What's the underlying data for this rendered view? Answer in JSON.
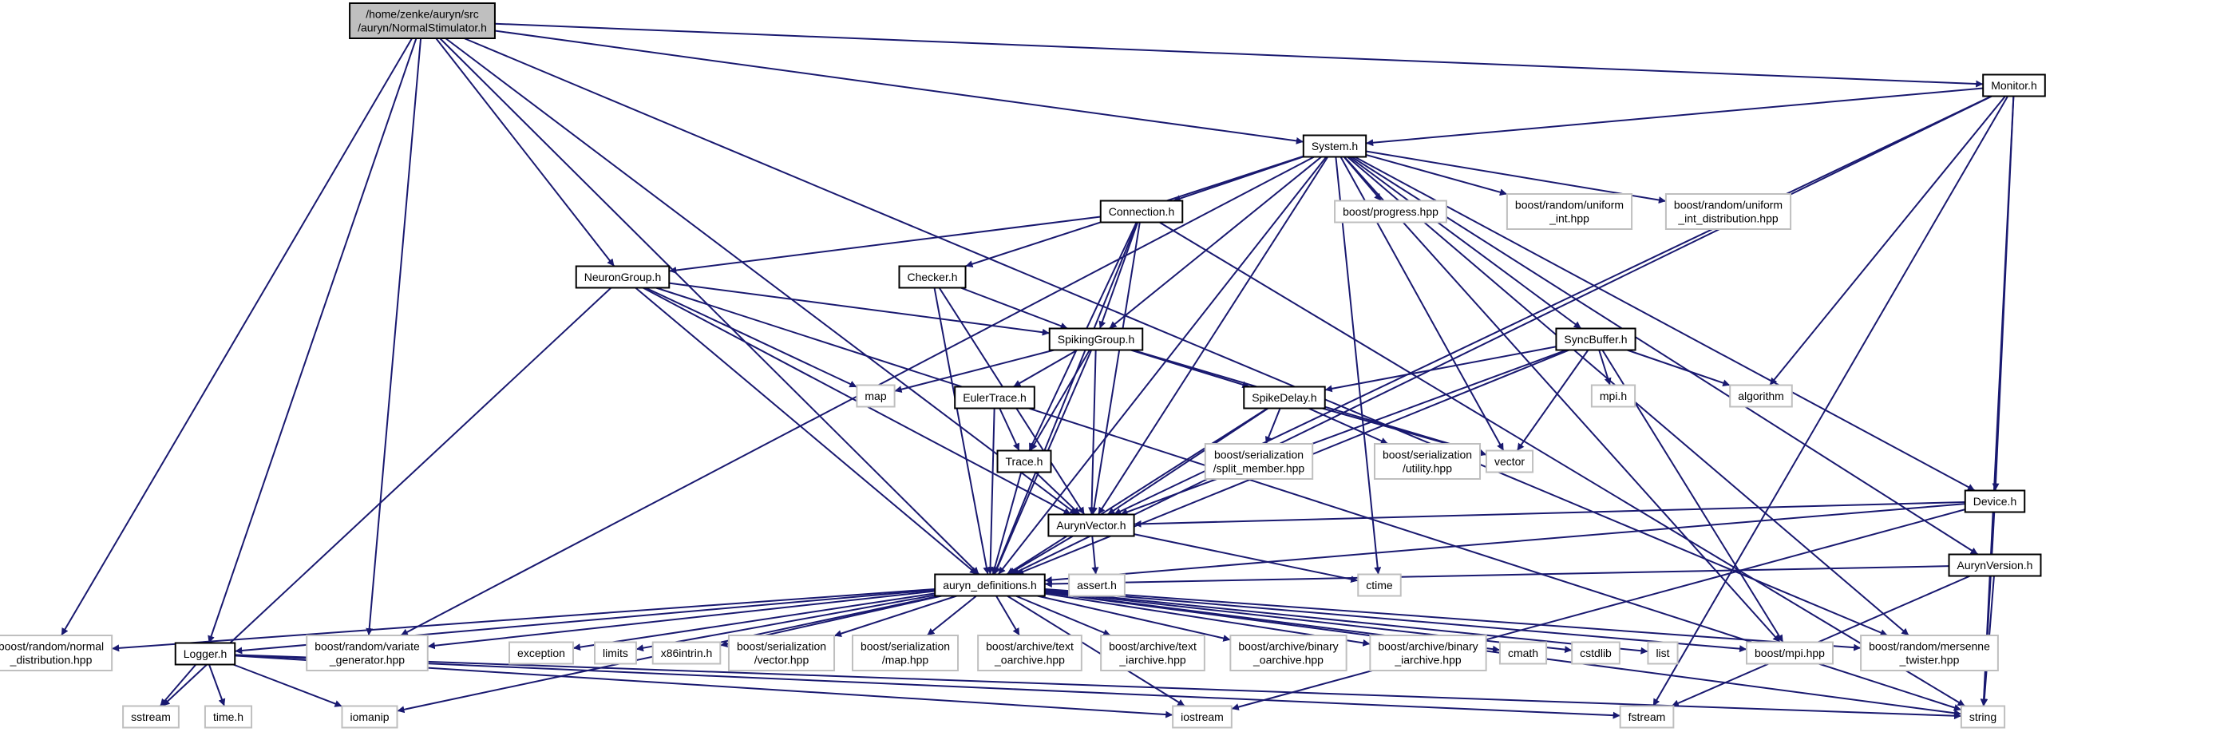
{
  "diagram": {
    "type": "include-dependency-graph",
    "edge_color": "#191970",
    "node_border_local": "#000000",
    "node_border_system": "#bfbfbf",
    "node_fill_root": "#bfbfbf",
    "nodes": [
      {
        "id": "root",
        "lines": [
          "/home/zenke/auryn/src",
          "/auryn/NormalStimulator.h"
        ],
        "kind": "root"
      },
      {
        "id": "monitor",
        "lines": [
          "Monitor.h"
        ],
        "kind": "local"
      },
      {
        "id": "system",
        "lines": [
          "System.h"
        ],
        "kind": "local"
      },
      {
        "id": "connection",
        "lines": [
          "Connection.h"
        ],
        "kind": "local"
      },
      {
        "id": "neurongroup",
        "lines": [
          "NeuronGroup.h"
        ],
        "kind": "local"
      },
      {
        "id": "checker",
        "lines": [
          "Checker.h"
        ],
        "kind": "local"
      },
      {
        "id": "spikinggroup",
        "lines": [
          "SpikingGroup.h"
        ],
        "kind": "local"
      },
      {
        "id": "eulertrace",
        "lines": [
          "EulerTrace.h"
        ],
        "kind": "local"
      },
      {
        "id": "trace",
        "lines": [
          "Trace.h"
        ],
        "kind": "local"
      },
      {
        "id": "spikedelay",
        "lines": [
          "SpikeDelay.h"
        ],
        "kind": "local"
      },
      {
        "id": "syncbuffer",
        "lines": [
          "SyncBuffer.h"
        ],
        "kind": "local"
      },
      {
        "id": "device",
        "lines": [
          "Device.h"
        ],
        "kind": "local"
      },
      {
        "id": "aurynversion",
        "lines": [
          "AurynVersion.h"
        ],
        "kind": "local"
      },
      {
        "id": "aurynvector",
        "lines": [
          "AurynVector.h"
        ],
        "kind": "local"
      },
      {
        "id": "auryndefs",
        "lines": [
          "auryn_definitions.h"
        ],
        "kind": "local"
      },
      {
        "id": "logger",
        "lines": [
          "Logger.h"
        ],
        "kind": "local"
      },
      {
        "id": "progress",
        "lines": [
          "boost/progress.hpp"
        ],
        "kind": "system"
      },
      {
        "id": "uniformint",
        "lines": [
          "boost/random/uniform",
          "_int.hpp"
        ],
        "kind": "system"
      },
      {
        "id": "uniformintdist",
        "lines": [
          "boost/random/uniform",
          "_int_distribution.hpp"
        ],
        "kind": "system"
      },
      {
        "id": "map",
        "lines": [
          "map"
        ],
        "kind": "system"
      },
      {
        "id": "mpih",
        "lines": [
          "mpi.h"
        ],
        "kind": "system"
      },
      {
        "id": "algorithm",
        "lines": [
          "algorithm"
        ],
        "kind": "system"
      },
      {
        "id": "splitmember",
        "lines": [
          "boost/serialization",
          "/split_member.hpp"
        ],
        "kind": "system"
      },
      {
        "id": "utility",
        "lines": [
          "boost/serialization",
          "/utility.hpp"
        ],
        "kind": "system"
      },
      {
        "id": "vector",
        "lines": [
          "vector"
        ],
        "kind": "system"
      },
      {
        "id": "asserth",
        "lines": [
          "assert.h"
        ],
        "kind": "system"
      },
      {
        "id": "ctime",
        "lines": [
          "ctime"
        ],
        "kind": "system"
      },
      {
        "id": "normaldist",
        "lines": [
          "boost/random/normal",
          "_distribution.hpp"
        ],
        "kind": "system"
      },
      {
        "id": "variategen",
        "lines": [
          "boost/random/variate",
          "_generator.hpp"
        ],
        "kind": "system"
      },
      {
        "id": "exception",
        "lines": [
          "exception"
        ],
        "kind": "system"
      },
      {
        "id": "limits",
        "lines": [
          "limits"
        ],
        "kind": "system"
      },
      {
        "id": "x86intrin",
        "lines": [
          "x86intrin.h"
        ],
        "kind": "system"
      },
      {
        "id": "servector",
        "lines": [
          "boost/serialization",
          "/vector.hpp"
        ],
        "kind": "system"
      },
      {
        "id": "sermap",
        "lines": [
          "boost/serialization",
          "/map.hpp"
        ],
        "kind": "system"
      },
      {
        "id": "textoarchive",
        "lines": [
          "boost/archive/text",
          "_oarchive.hpp"
        ],
        "kind": "system"
      },
      {
        "id": "textiarchive",
        "lines": [
          "boost/archive/text",
          "_iarchive.hpp"
        ],
        "kind": "system"
      },
      {
        "id": "binoarchive",
        "lines": [
          "boost/archive/binary",
          "_oarchive.hpp"
        ],
        "kind": "system"
      },
      {
        "id": "biniarchive",
        "lines": [
          "boost/archive/binary",
          "_iarchive.hpp"
        ],
        "kind": "system"
      },
      {
        "id": "cmath",
        "lines": [
          "cmath"
        ],
        "kind": "system"
      },
      {
        "id": "cstdlib",
        "lines": [
          "cstdlib"
        ],
        "kind": "system"
      },
      {
        "id": "list",
        "lines": [
          "list"
        ],
        "kind": "system"
      },
      {
        "id": "boostmpi",
        "lines": [
          "boost/mpi.hpp"
        ],
        "kind": "system"
      },
      {
        "id": "mersenne",
        "lines": [
          "boost/random/mersenne",
          "_twister.hpp"
        ],
        "kind": "system"
      },
      {
        "id": "sstream",
        "lines": [
          "sstream"
        ],
        "kind": "system"
      },
      {
        "id": "timeh",
        "lines": [
          "time.h"
        ],
        "kind": "system"
      },
      {
        "id": "iomanip",
        "lines": [
          "iomanip"
        ],
        "kind": "system"
      },
      {
        "id": "iostream",
        "lines": [
          "iostream"
        ],
        "kind": "system"
      },
      {
        "id": "fstream",
        "lines": [
          "fstream"
        ],
        "kind": "system"
      },
      {
        "id": "string",
        "lines": [
          "string"
        ],
        "kind": "system"
      }
    ],
    "edges": [
      [
        "root",
        "monitor"
      ],
      [
        "root",
        "system"
      ],
      [
        "root",
        "neurongroup"
      ],
      [
        "root",
        "aurynvector"
      ],
      [
        "root",
        "auryndefs"
      ],
      [
        "root",
        "logger"
      ],
      [
        "root",
        "normaldist"
      ],
      [
        "root",
        "variategen"
      ],
      [
        "root",
        "mersenne"
      ],
      [
        "monitor",
        "system"
      ],
      [
        "monitor",
        "algorithm"
      ],
      [
        "monitor",
        "device"
      ],
      [
        "monitor",
        "aurynvector"
      ],
      [
        "monitor",
        "auryndefs"
      ],
      [
        "monitor",
        "fstream"
      ],
      [
        "monitor",
        "string"
      ],
      [
        "system",
        "connection"
      ],
      [
        "system",
        "checker"
      ],
      [
        "system",
        "spikinggroup"
      ],
      [
        "system",
        "progress"
      ],
      [
        "system",
        "uniformint"
      ],
      [
        "system",
        "uniformintdist"
      ],
      [
        "system",
        "syncbuffer"
      ],
      [
        "system",
        "device"
      ],
      [
        "system",
        "aurynversion"
      ],
      [
        "system",
        "vector"
      ],
      [
        "system",
        "ctime"
      ],
      [
        "system",
        "boostmpi"
      ],
      [
        "system",
        "mersenne"
      ],
      [
        "system",
        "aurynvector"
      ],
      [
        "system",
        "auryndefs"
      ],
      [
        "system",
        "variategen"
      ],
      [
        "connection",
        "neurongroup"
      ],
      [
        "connection",
        "spikinggroup"
      ],
      [
        "connection",
        "trace"
      ],
      [
        "connection",
        "aurynvector"
      ],
      [
        "connection",
        "auryndefs"
      ],
      [
        "connection",
        "string"
      ],
      [
        "neurongroup",
        "spikinggroup"
      ],
      [
        "neurongroup",
        "map"
      ],
      [
        "neurongroup",
        "aurynvector"
      ],
      [
        "neurongroup",
        "auryndefs"
      ],
      [
        "neurongroup",
        "sstream"
      ],
      [
        "neurongroup",
        "string"
      ],
      [
        "checker",
        "spikinggroup"
      ],
      [
        "checker",
        "aurynvector"
      ],
      [
        "checker",
        "auryndefs"
      ],
      [
        "spikinggroup",
        "map"
      ],
      [
        "spikinggroup",
        "eulertrace"
      ],
      [
        "spikinggroup",
        "trace"
      ],
      [
        "spikinggroup",
        "spikedelay"
      ],
      [
        "spikinggroup",
        "vector"
      ],
      [
        "spikinggroup",
        "aurynvector"
      ],
      [
        "spikinggroup",
        "auryndefs"
      ],
      [
        "eulertrace",
        "trace"
      ],
      [
        "eulertrace",
        "auryndefs"
      ],
      [
        "trace",
        "aurynvector"
      ],
      [
        "trace",
        "auryndefs"
      ],
      [
        "spikedelay",
        "splitmember"
      ],
      [
        "spikedelay",
        "utility"
      ],
      [
        "spikedelay",
        "vector"
      ],
      [
        "spikedelay",
        "aurynvector"
      ],
      [
        "spikedelay",
        "auryndefs"
      ],
      [
        "syncbuffer",
        "spikedelay"
      ],
      [
        "syncbuffer",
        "mpih"
      ],
      [
        "syncbuffer",
        "algorithm"
      ],
      [
        "syncbuffer",
        "vector"
      ],
      [
        "syncbuffer",
        "aurynvector"
      ],
      [
        "syncbuffer",
        "boostmpi"
      ],
      [
        "syncbuffer",
        "auryndefs"
      ],
      [
        "device",
        "aurynvector"
      ],
      [
        "device",
        "auryndefs"
      ],
      [
        "device",
        "iostream"
      ],
      [
        "device",
        "string"
      ],
      [
        "aurynversion",
        "auryndefs"
      ],
      [
        "aurynversion",
        "string"
      ],
      [
        "aurynversion",
        "fstream"
      ],
      [
        "aurynvector",
        "auryndefs"
      ],
      [
        "aurynvector",
        "asserth"
      ],
      [
        "aurynvector",
        "ctime"
      ],
      [
        "auryndefs",
        "normaldist"
      ],
      [
        "auryndefs",
        "variategen"
      ],
      [
        "auryndefs",
        "logger"
      ],
      [
        "auryndefs",
        "iomanip"
      ],
      [
        "auryndefs",
        "exception"
      ],
      [
        "auryndefs",
        "limits"
      ],
      [
        "auryndefs",
        "x86intrin"
      ],
      [
        "auryndefs",
        "servector"
      ],
      [
        "auryndefs",
        "sermap"
      ],
      [
        "auryndefs",
        "textoarchive"
      ],
      [
        "auryndefs",
        "textiarchive"
      ],
      [
        "auryndefs",
        "binoarchive"
      ],
      [
        "auryndefs",
        "biniarchive"
      ],
      [
        "auryndefs",
        "cmath"
      ],
      [
        "auryndefs",
        "cstdlib"
      ],
      [
        "auryndefs",
        "list"
      ],
      [
        "auryndefs",
        "boostmpi"
      ],
      [
        "auryndefs",
        "mersenne"
      ],
      [
        "auryndefs",
        "iostream"
      ],
      [
        "auryndefs",
        "string"
      ],
      [
        "logger",
        "sstream"
      ],
      [
        "logger",
        "timeh"
      ],
      [
        "logger",
        "iomanip"
      ],
      [
        "logger",
        "iostream"
      ],
      [
        "logger",
        "fstream"
      ],
      [
        "logger",
        "string"
      ]
    ]
  }
}
